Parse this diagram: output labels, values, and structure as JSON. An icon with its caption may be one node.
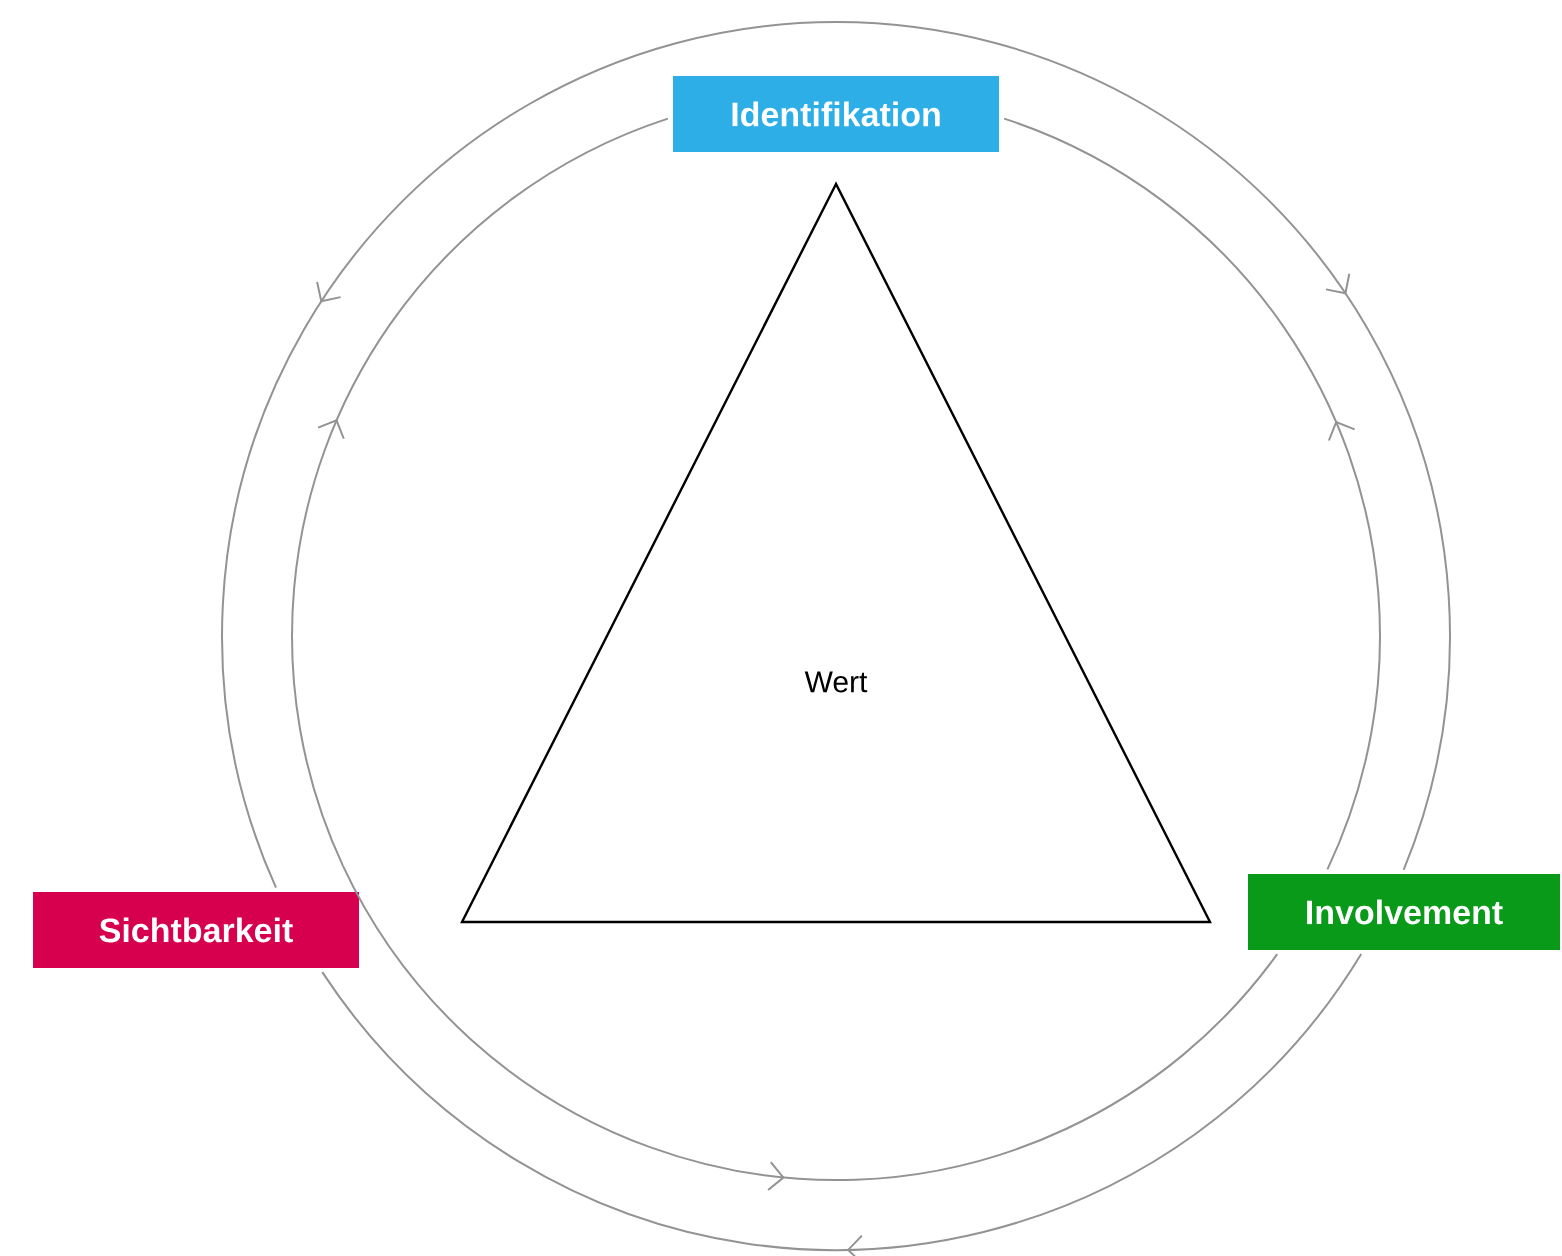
{
  "diagram": {
    "nodes": [
      {
        "text": [
          "Identifikation"
        ]
      },
      {
        "text": [
          "Wert"
        ]
      },
      {
        "text": [
          "Involvement"
        ]
      },
      {
        "text": [
          "Sichtbarkeit"
        ]
      }
    ],
    "edges": [
      {
        "from": 0,
        "to": 2,
        "arrow": "to"
      },
      {
        "from": 2,
        "to": 3,
        "arrow": "to"
      },
      {
        "from": 0,
        "to": 3,
        "arrow": "to"
      },
      {
        "from": 3,
        "to": 0,
        "arrow": "to"
      },
      {
        "from": 2,
        "to": 0,
        "arrow": "to"
      },
      {
        "from": 3,
        "to": 2,
        "arrow": "to"
      }
    ]
  }
}
